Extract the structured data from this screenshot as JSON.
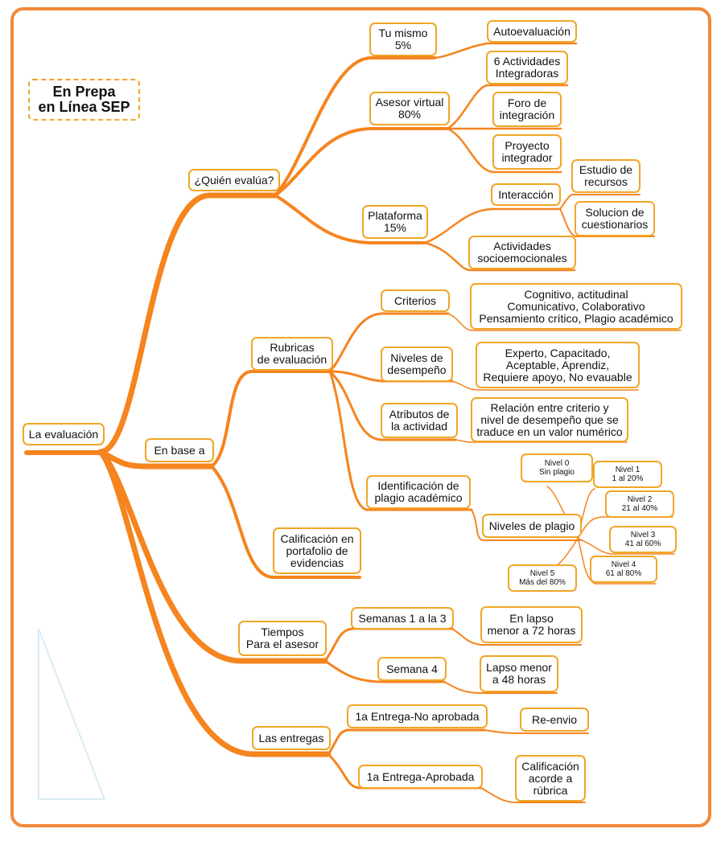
{
  "title": "En Prepa\nen Línea SEP",
  "colors": {
    "branch": "#f6841f",
    "border": "#f0a626",
    "frame": "#f08a3c"
  },
  "nodes": {
    "root": "La evaluación",
    "quien": "¿Quién evalúa?",
    "tu_mismo": "Tu mismo\n5%",
    "autoevaluacion": "Autoevaluación",
    "asesor": "Asesor virtual\n80%",
    "actividades_integradoras": "6 Actividades\nIntegradoras",
    "foro": "Foro de\nintegración",
    "proyecto": "Proyecto\nintegrador",
    "plataforma": "Plataforma\n15%",
    "interaccion": "Interacción",
    "estudio": "Estudio de\nrecursos",
    "solucion": "Solucion de\ncuestionarios",
    "socioemocionales": "Actividades\nsocioemocionales",
    "en_base": "En base a",
    "rubricas": "Rubricas\nde evaluación",
    "criterios": "Criterios",
    "criterios_det": "Cognitivo, actitudinal\nComunicativo, Colaborativo\nPensamiento crítico, Plagio académico",
    "niveles_desempeno": "Niveles de\ndesempeño",
    "niveles_det": "Experto, Capacitado,\nAceptable, Aprendiz,\nRequiere apoyo, No evauable",
    "atributos": "Atributos de\nla actividad",
    "atributos_det": "Relación entre criterio y\nnivel de desempeño que se\ntraduce en un valor numérico",
    "plagio": "Identificación de\nplagio académico",
    "niveles_plagio": "Niveles de plagio",
    "nivel0": "Nivel 0\nSin plagio",
    "nivel1": "Nivel 1\n1 al 20%",
    "nivel2": "Nivel 2\n21 al 40%",
    "nivel3": "Nivel 3\n41 al 60%",
    "nivel4": "Nivel 4\n61 al 80%",
    "nivel5": "Nivel 5\nMás del 80%",
    "calificacion_portafolio": "Calificación en\nportafolio de\nevidencias",
    "tiempos": "Tiempos\nPara el asesor",
    "semanas13": "Semanas 1 a la 3",
    "lapso72": "En lapso\nmenor a 72 horas",
    "semana4": "Semana 4",
    "lapso48": "Lapso menor\na 48 horas",
    "entregas": "Las entregas",
    "entrega_no": "1a Entrega-No aprobada",
    "reenvio": "Re-envio",
    "entrega_si": "1a Entrega-Aprobada",
    "calificacion_rubrica": "Calificación\nacorde a\nrúbrica"
  }
}
